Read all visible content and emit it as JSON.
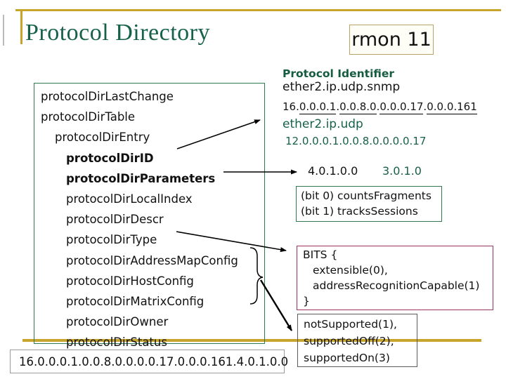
{
  "slide": {
    "title": "Protocol Directory",
    "page_badge": "rmon 11"
  },
  "colors": {
    "accent_gold": "#c7a42b",
    "title_green": "#17614b",
    "tree_border_green": "#2f7a4d",
    "bits_border_plum": "#993366",
    "status_border_gray": "#5a5a5a"
  },
  "tree": {
    "items": [
      {
        "label": "protocolDirLastChange"
      },
      {
        "label": "protocolDirTable"
      },
      {
        "label": "protocolDirEntry"
      },
      {
        "label": "protocolDirID"
      },
      {
        "label": "protocolDirParameters"
      },
      {
        "label": "protocolDirLocalIndex"
      },
      {
        "label": "protocolDirDescr"
      },
      {
        "label": "protocolDirType"
      },
      {
        "label": "protocolDirAddressMapConfig"
      },
      {
        "label": "protocolDirHostConfig"
      },
      {
        "label": "protocolDirMatrixConfig"
      },
      {
        "label": "protocolDirOwner"
      },
      {
        "label": "protocolDirStatus"
      }
    ]
  },
  "identifier": {
    "heading": "Protocol Identifier",
    "example_full": "ether2.ip.udp.snmp",
    "oid_prefix": "16.",
    "oid_sep": ".",
    "oid_groups": [
      "0.0.0.1",
      "0.0.8.0",
      "0.0.0.17",
      "0.0.0.161"
    ],
    "example_partial": "ether2.ip.udp",
    "oid_partial": "12.0.0.0.1.0.0.8.0.0.0.0.17"
  },
  "parameters": {
    "value_black": "4.0.1.0.0",
    "value_green": "3.0.1.0",
    "bit_lines": [
      "(bit 0) countsFragments",
      "(bit 1) tracksSessions"
    ]
  },
  "type_values": {
    "lines": [
      "BITS {",
      "extensible(0),",
      "addressRecognitionCapable(1)",
      "}"
    ]
  },
  "status_values": {
    "lines": [
      "notSupported(1),",
      "supportedOff(2),",
      "supportedOn(3)"
    ]
  },
  "footer_oid": "16.0.0.0.1.0.0.8.0.0.0.0.17.0.0.0.161.4.0.1.0.0"
}
